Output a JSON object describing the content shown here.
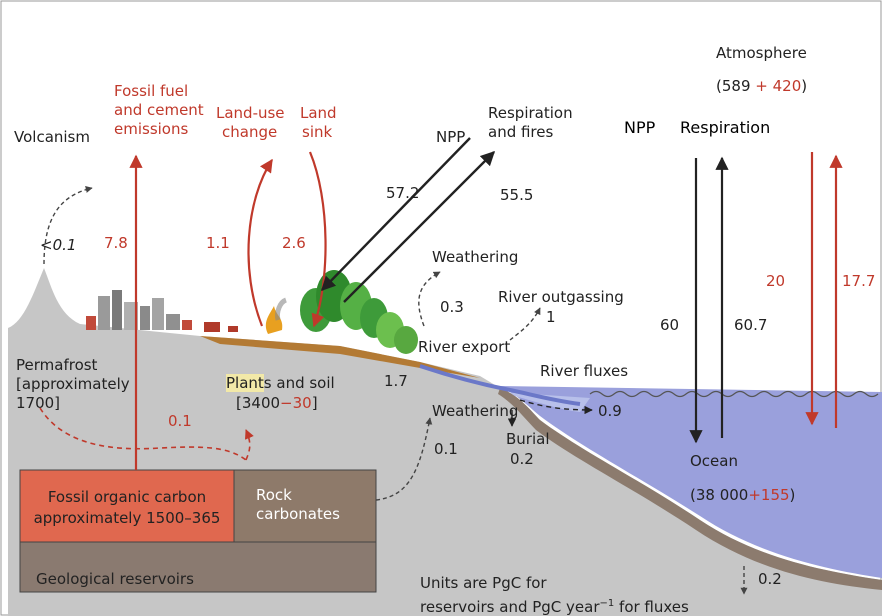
{
  "colors": {
    "red_flux": "#c0392b",
    "black_flux": "#222222",
    "ocean": "#9aa0dc",
    "land": "#c9c9c9",
    "fossil_box": "#e0684f",
    "rock_box": "#8e7a6a",
    "geo_box": "#8a7a70",
    "seabed": "#8c7b6e"
  },
  "labels": {
    "atmosphere": "Atmosphere",
    "atmos_open": "(589 ",
    "atmos_plus": "+ 420",
    "atmos_close": ")",
    "volcanism": "Volcanism",
    "volcanism_flux": "<0.1",
    "fossil_fuel_1": "Fossil fuel",
    "fossil_fuel_2": "and cement",
    "fossil_fuel_3": "emissions",
    "fossil_flux": "7.8",
    "landuse_1": "Land-use",
    "landuse_2": "change",
    "landuse_flux": "1.1",
    "landsink_1": "Land",
    "landsink_2": "sink",
    "landsink_flux": "2.6",
    "npp_land": "NPP",
    "resp_fires_1": "Respiration",
    "resp_fires_2": "and fires",
    "npp_flux": "57.2",
    "resp_flux": "55.5",
    "npp_ocean": "NPP",
    "respiration_ocean": "Respiration",
    "weathering_top": "Weathering",
    "weathering_top_flux": "0.3",
    "river_outgassing": "River outgassing",
    "river_outgassing_flux": "1",
    "river_export": "River export",
    "river_export_flux": "1.7",
    "river_fluxes": "River fluxes",
    "river_fluxes_flux": "0.9",
    "weathering_bottom": "Weathering",
    "weathering_bottom_flux": "0.1",
    "burial": "Burial",
    "burial_flux": "0.2",
    "ocean_npp_flux": "60",
    "ocean_resp_flux": "60.7",
    "ocean_anthro_down": "20",
    "ocean_anthro_up": "17.7",
    "permafrost_1": "Permafrost",
    "permafrost_2": "[approximately",
    "permafrost_3": "1700]",
    "plants_soil_hl": "Plant",
    "plants_soil_rest": "s and soil",
    "plants_soil_open": "[3400",
    "plants_soil_minus": "−30",
    "plants_soil_close": "]",
    "fossil_to_air_flux": "0.1",
    "ocean_label": "Ocean",
    "ocean_open": "(38 000",
    "ocean_plus": "+155",
    "ocean_close": ")",
    "sediment_flux": "0.2",
    "fossil_carbon_1": "Fossil organic carbon",
    "fossil_carbon_2": "approximately 1500–365",
    "rock_carbonates_1": "Rock",
    "rock_carbonates_2": "carbonates",
    "geological_reservoirs": "Geological reservoirs",
    "units_1": "Units are PgC for",
    "units_2": "reservoirs and PgC year",
    "units_sup": "−1",
    "units_3": " for fluxes"
  }
}
